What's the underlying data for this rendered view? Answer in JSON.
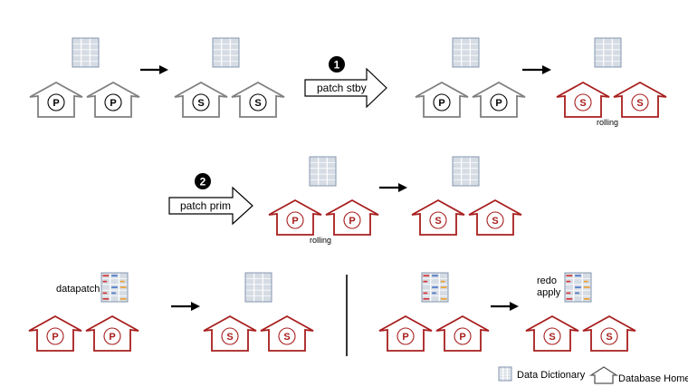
{
  "colors": {
    "gray": "#7f7f7f",
    "red": "#a81e1e",
    "table_fill": "#d6dce4",
    "table_stroke": "#8497b0",
    "black": "#000000",
    "dict_red": "#d62e2e",
    "dict_blue": "#4472c4",
    "dict_orange": "#ed9c28"
  },
  "house_letters": {
    "primary": "P",
    "standby": "S"
  },
  "steps": [
    {
      "number": "1",
      "label": "patch stby"
    },
    {
      "number": "2",
      "label": "patch prim"
    }
  ],
  "annotations": {
    "rolling_1": "rolling",
    "rolling_2": "rolling",
    "datapatch": "datapatch",
    "redo_line1": "redo",
    "redo_line2": "apply"
  },
  "legend": {
    "data_dictionary": "Data Dictionary",
    "database_home": "Database Home"
  },
  "icons": [
    "house-icon",
    "table-icon",
    "arrow-right-icon",
    "block-arrow-icon",
    "step-badge-icon"
  ]
}
